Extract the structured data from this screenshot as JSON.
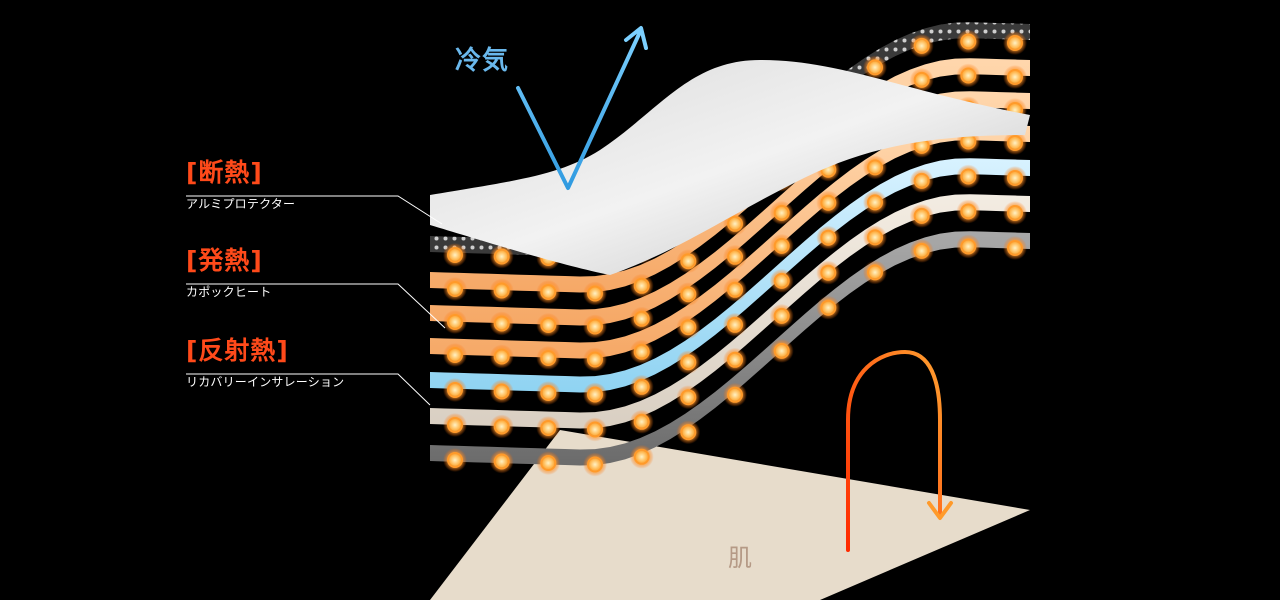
{
  "labels": [
    {
      "heading": "[断熱]",
      "sub": "アルミプロテクター"
    },
    {
      "heading": "[発熱]",
      "sub": "カポックヒート"
    },
    {
      "heading": "[反射熱]",
      "sub": "リカバリーインサレーション"
    }
  ],
  "cold_air_label": "冷気",
  "skin_label": "肌",
  "colors": {
    "background": "#000000",
    "heading_red": "#ff4a1a",
    "sub_text": "#ffffff",
    "cold_blue": "#6ab8ec",
    "skin_text": "#b59a86",
    "skin_panel": "#e7dccb",
    "heat_orange": "#ff9a2a"
  },
  "icons": {
    "cold_arrow": "arrow-up-right-icon",
    "heat_arrow": "arc-down-arrow-icon"
  }
}
